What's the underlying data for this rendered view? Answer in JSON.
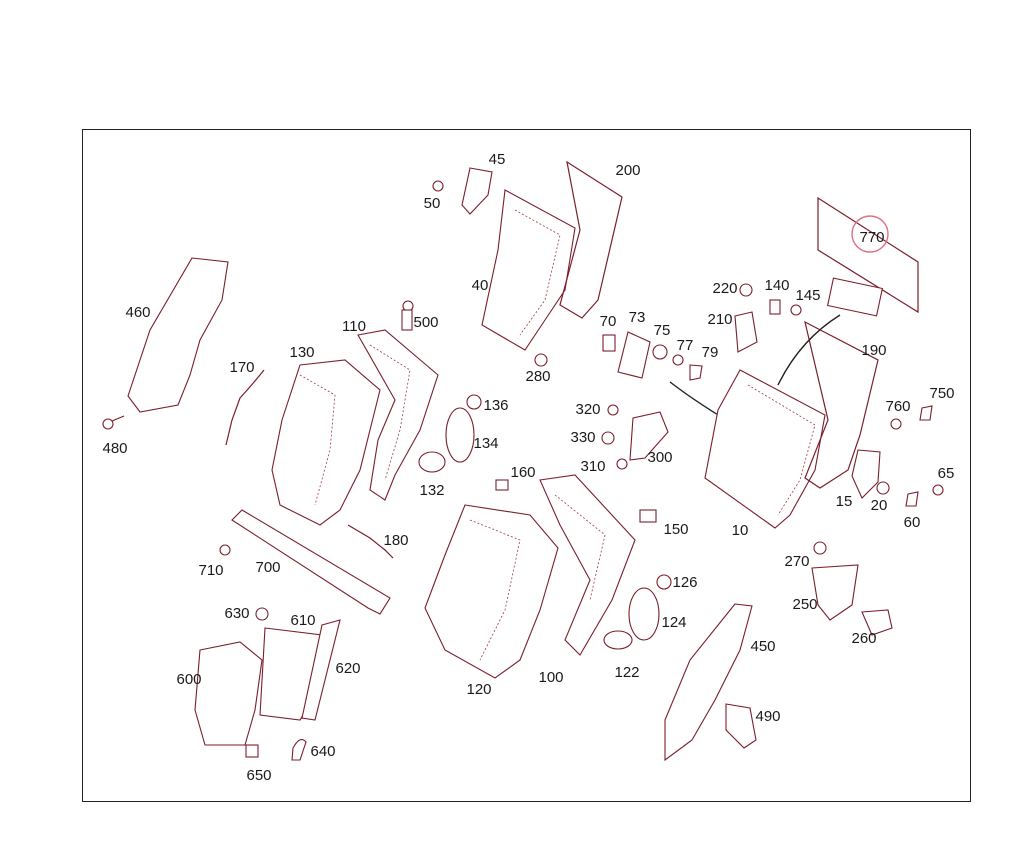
{
  "diagram": {
    "highlighted_label": "770",
    "accent_color": "#7a1f2a",
    "labels": [
      "45",
      "50",
      "200",
      "40",
      "500",
      "280",
      "460",
      "110",
      "130",
      "170",
      "136",
      "134",
      "132",
      "480",
      "160",
      "180",
      "710",
      "700",
      "630",
      "610",
      "620",
      "600",
      "650",
      "640",
      "120",
      "100",
      "122",
      "124",
      "126",
      "150",
      "70",
      "73",
      "75",
      "77",
      "79",
      "320",
      "330",
      "310",
      "300",
      "220",
      "140",
      "145",
      "210",
      "190",
      "770",
      "760",
      "750",
      "15",
      "20",
      "65",
      "60",
      "10",
      "270",
      "250",
      "260",
      "450",
      "490"
    ]
  }
}
